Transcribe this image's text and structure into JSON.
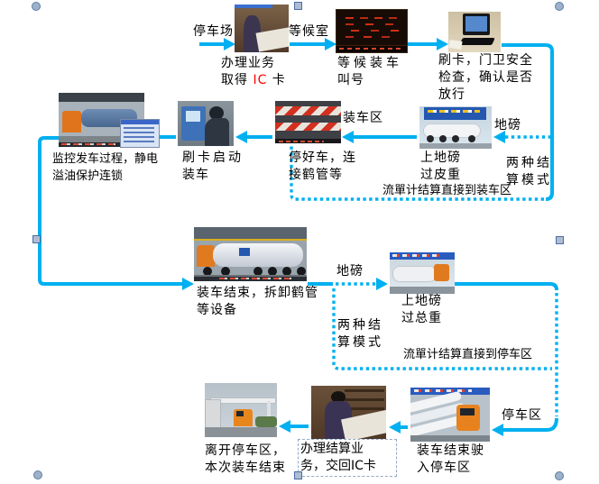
{
  "colors": {
    "accent": "#00B0F0",
    "ic_red": "#FF0000",
    "ic_blue": "#00B0F0"
  },
  "labels": {
    "parking": "停车场",
    "waiting_room": "等候室",
    "register_l1": "办理业务",
    "register_l2a": "取得 ",
    "register_ic": "IC",
    "register_l2b": " 卡",
    "wait_call_l1": "等候装车",
    "wait_call_l2": "叫号",
    "gate_l1": "刷卡，门卫安全",
    "gate_l2": "检查，确认是否",
    "gate_l3": "放行",
    "scale": "地磅",
    "weigh_tare_l1": "上地磅",
    "weigh_tare_l2": "过皮重",
    "modes_l1": "两种结",
    "modes_l2": "算模式",
    "flow_direct_load": "流單计结算直接到装车区",
    "load_area": "装车区",
    "park_connect_l1": "停好车，连",
    "park_connect_l2": "接鹤管等",
    "swipe_l1": "刷卡启动",
    "swipe_l2": "装车",
    "monitor_l1": "监控发车过程，静电",
    "monitor_l2": "溢油保护连锁",
    "load_done_l1": "装车结束，拆卸鹤管",
    "load_done_l2": "等设备",
    "weigh_gross_l1": "上地磅",
    "weigh_gross_l2": "过总重",
    "scale2": "地磅",
    "flow_direct_park": "流單计结算直接到停车区",
    "park_area": "停车区",
    "enter_park_l1": "装车结束驶",
    "enter_park_l2": "入停车区",
    "settle_l1": "办理结算业",
    "settle_l2a": "务，交回",
    "settle_ic": "IC",
    "settle_l2b": "卡",
    "leave_l1": "离开停车区，",
    "leave_l2": "本次装车结束"
  },
  "photos": {
    "register_counter": "service-counter-get-ic-card",
    "led_call_board": "led-call-number-board",
    "gate_computer": "gate-check-computer",
    "monitor_loading": "truck-loading-with-monitor-ui",
    "card_reader": "swipe-card-start-machine",
    "loading_bay": "striped-loading-bay",
    "weighbridge_tare": "truck-on-weighbridge-tare",
    "loading_done_truck": "tanker-after-loading",
    "weighbridge_gross": "truck-on-weighbridge-gross",
    "parked_tankers": "tankers-in-parking-area",
    "settle_counter": "settlement-counter",
    "exit_gate": "facility-exit-gate"
  }
}
